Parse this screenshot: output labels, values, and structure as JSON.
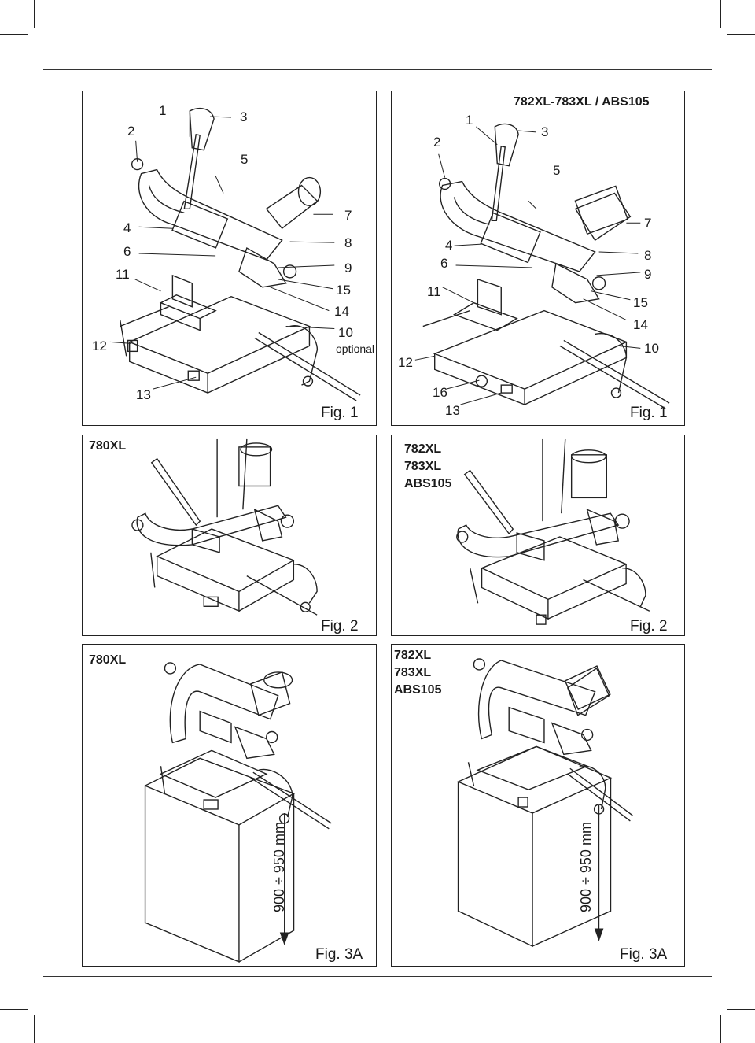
{
  "figure1": {
    "left": {
      "caption": "Fig. 1",
      "callouts": {
        "c1": "1",
        "c2": "2",
        "c3": "3",
        "c4": "4",
        "c5": "5",
        "c6": "6",
        "c7": "7",
        "c8": "8",
        "c9": "9",
        "c10": "10",
        "c11": "11",
        "c12": "12",
        "c13": "13",
        "c14": "14",
        "c15": "15"
      },
      "optional_label": "optional"
    },
    "right": {
      "header": "782XL-783XL / ABS105",
      "caption": "Fig. 1",
      "callouts": {
        "c1": "1",
        "c2": "2",
        "c3": "3",
        "c4": "4",
        "c5": "5",
        "c6": "6",
        "c7": "7",
        "c8": "8",
        "c9": "9",
        "c10": "10",
        "c11": "11",
        "c12": "12",
        "c13": "13",
        "c14": "14",
        "c15": "15",
        "c16": "16"
      }
    }
  },
  "figure2": {
    "left": {
      "model": "780XL",
      "caption": "Fig. 2"
    },
    "right": {
      "model_lines": [
        "782XL",
        "783XL",
        "ABS105"
      ],
      "caption": "Fig. 2"
    }
  },
  "figure3": {
    "left": {
      "model": "780XL",
      "dimension": "900 ÷ 950 mm",
      "caption": "Fig. 3A"
    },
    "right": {
      "model_lines": [
        "782XL",
        "783XL",
        "ABS105"
      ],
      "dimension": "900 ÷ 950 mm",
      "caption": "Fig. 3A"
    }
  }
}
